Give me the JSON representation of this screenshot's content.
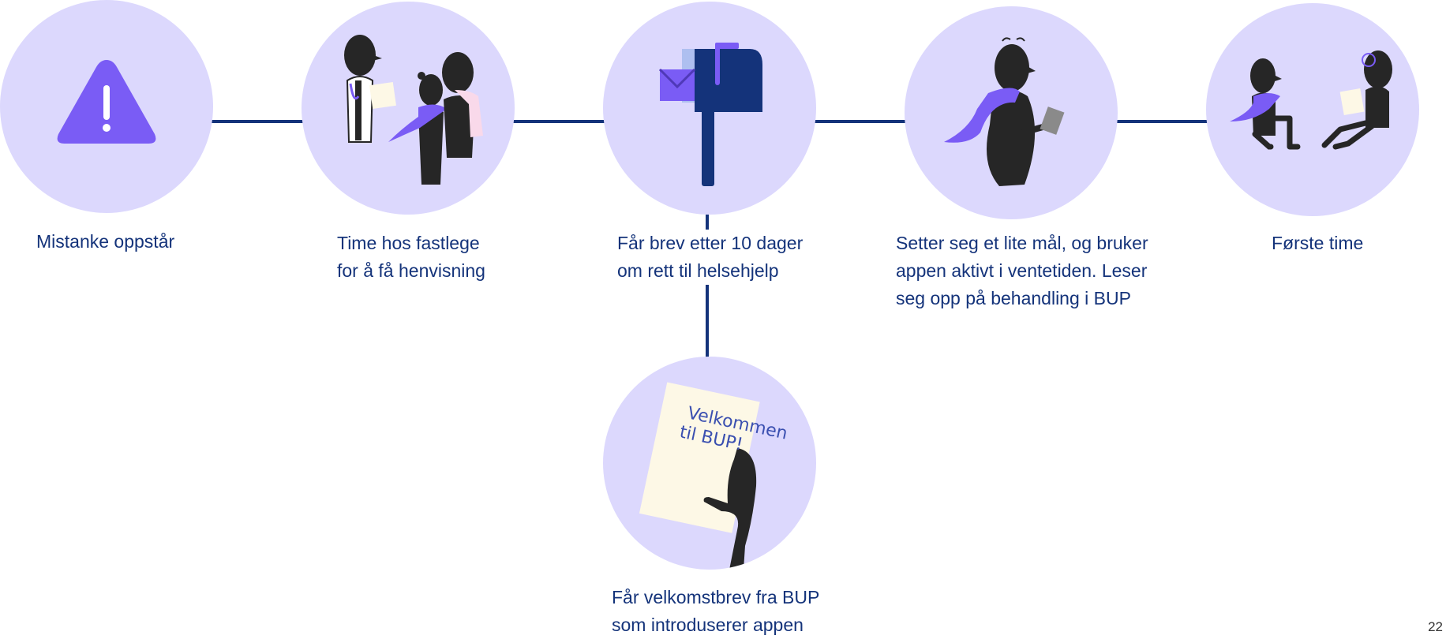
{
  "steps": [
    {
      "id": "step-1",
      "lines": [
        "Mistanke oppstår"
      ],
      "illustration": "warning-icon"
    },
    {
      "id": "step-2",
      "lines": [
        "Time hos fastlege",
        "for å få henvisning"
      ],
      "illustration": "doctor-visit-icon"
    },
    {
      "id": "step-3",
      "lines": [
        "Får brev etter 10 dager",
        "om rett til helsehjelp"
      ],
      "illustration": "mailbox-icon"
    },
    {
      "id": "step-4",
      "lines": [
        "Setter seg et lite mål, og bruker",
        "appen aktivt i ventetiden. Leser",
        "seg opp på behandling i BUP"
      ],
      "illustration": "person-with-tablet-icon"
    },
    {
      "id": "step-5",
      "lines": [
        "Første time"
      ],
      "illustration": "therapy-session-icon"
    },
    {
      "id": "step-6",
      "lines": [
        "Får velkomstbrev fra BUP",
        "som introduserer appen"
      ],
      "illustration": "welcome-letter-icon"
    }
  ],
  "letter_text": [
    "Velkommen",
    "til BUP!"
  ],
  "page_number": "22",
  "colors": {
    "circle_fill": "#dcd8fd",
    "connector": "#14337a",
    "text": "#14337a",
    "accent_purple": "#7a5cf5",
    "figure": "#262626",
    "mailbox_blue": "#14337a",
    "paper": "#fdf8e6",
    "scarf_pink": "#f9d9ea"
  }
}
